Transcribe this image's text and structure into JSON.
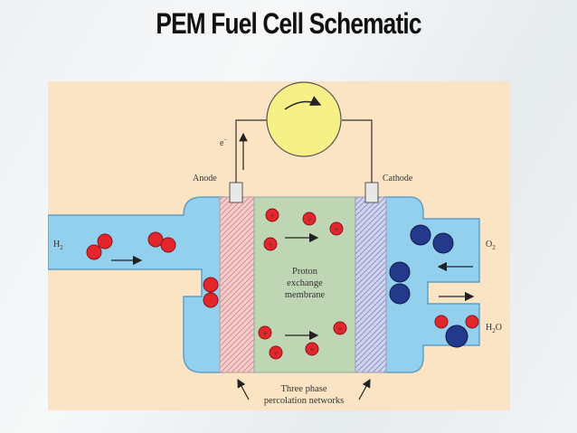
{
  "slide": {
    "title": "PEM Fuel Cell Schematic"
  },
  "diagram": {
    "labels": {
      "electron": "e",
      "electron_sup": "−",
      "anode": "Anode",
      "cathode": "Cathode",
      "h2": "H",
      "h2_sub": "2",
      "o2": "O",
      "o2_sub": "2",
      "h2o": "H",
      "h2o_sub": "2",
      "h2o_o": "O",
      "membrane": [
        "Proton",
        "exchange",
        "membrane"
      ],
      "bottom": [
        "Three phase",
        "percolation networks"
      ],
      "proton_sign": "+"
    },
    "colors": {
      "background": "#fbe4c3",
      "channel": "#8fcfef",
      "membrane": "#bfd6b4",
      "anode_layer": "#f2c6c6",
      "cathode_layer": "#c9cde8",
      "load": "#f7f086",
      "hydrogen": "#e3262b",
      "oxygen": "#233a8c"
    }
  }
}
